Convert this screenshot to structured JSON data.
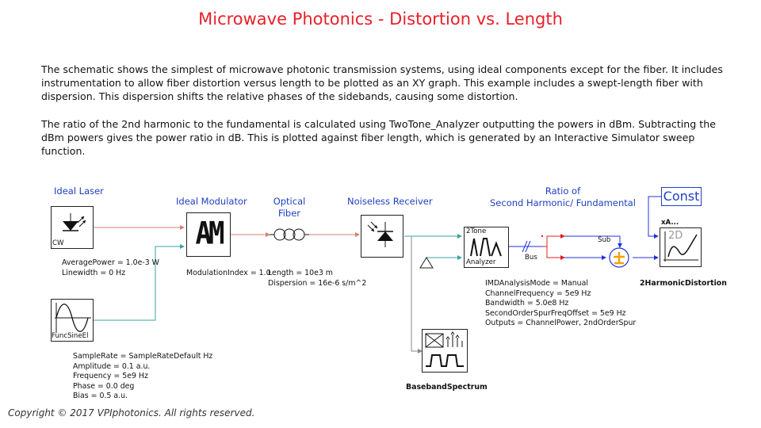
{
  "title": "Microwave Photonics - Distortion vs. Length",
  "paragraphs": [
    "The schematic shows the simplest of microwave photonic transmission systems, using ideal components except for the fiber.  It includes instrumentation to allow fiber distortion versus length to be plotted as an XY graph. This example includes a swept-length fiber with dispersion. This dispersion shifts the relative phases of the sidebands, causing some distortion.",
    "The ratio of the 2nd harmonic to the fundamental is calculated using TwoTone_Analyzer outputting the powers in dBm. Subtracting the dBm powers gives the power ratio in dB. This is plotted against fiber length, which is generated by an Interactive Simulator sweep function."
  ],
  "labels": {
    "laser": "Ideal Laser",
    "modulator": "Ideal Modulator",
    "fiber_line1": "Optical",
    "fiber_line2": "Fiber",
    "receiver": "Noiseless Receiver",
    "ratio_line1": "Ratio of",
    "ratio_line2": "Second Harmonic/ Fundamental",
    "const": "Const"
  },
  "modules": {
    "cw": "CW",
    "funcsine": "FuncSineEl",
    "modulator_glyph": "AM",
    "analyzer_top": "2Tone",
    "analyzer_bottom": "Analyzer",
    "bus": "Bus",
    "sub": "Sub",
    "xy_title": "xA...",
    "xy_glyph": "2D",
    "xy_name": "2HarmonicDistortion",
    "spectrum_name": "BasebandSpectrum"
  },
  "params": {
    "laser": [
      "AveragePower = 1.0e-3 W",
      "Linewidth = 0 Hz"
    ],
    "modulator": [
      "ModulationIndex = 1.0"
    ],
    "fiber": [
      "Length = 10e3 m",
      "Dispersion = 16e-6 s/m^2"
    ],
    "sine": [
      "SampleRate = SampleRateDefault Hz",
      "Amplitude = 0.1 a.u.",
      "Frequency = 5e9 Hz",
      "Phase = 0.0 deg",
      "Bias = 0.5 a.u."
    ],
    "analyzer": [
      "IMDAnalysisMode = Manual",
      "ChannelFrequency = 5e9 Hz",
      "Bandwidth = 5.0e8 Hz",
      "SecondOrderSpurFreqOffset = 5e9 Hz",
      "Outputs = ChannelPower, 2ndOrderSpur"
    ]
  },
  "colors": {
    "title": "#e8202a",
    "label": "#1f3fbf",
    "optical_wire": "#d4826e",
    "electrical_wire": "#3aa3a6",
    "param_wire": "#2233dd",
    "red_wire": "#e02020",
    "adder": "#f2a20a"
  },
  "copyright": "Copyright © 2017 VPIphotonics. All rights reserved."
}
